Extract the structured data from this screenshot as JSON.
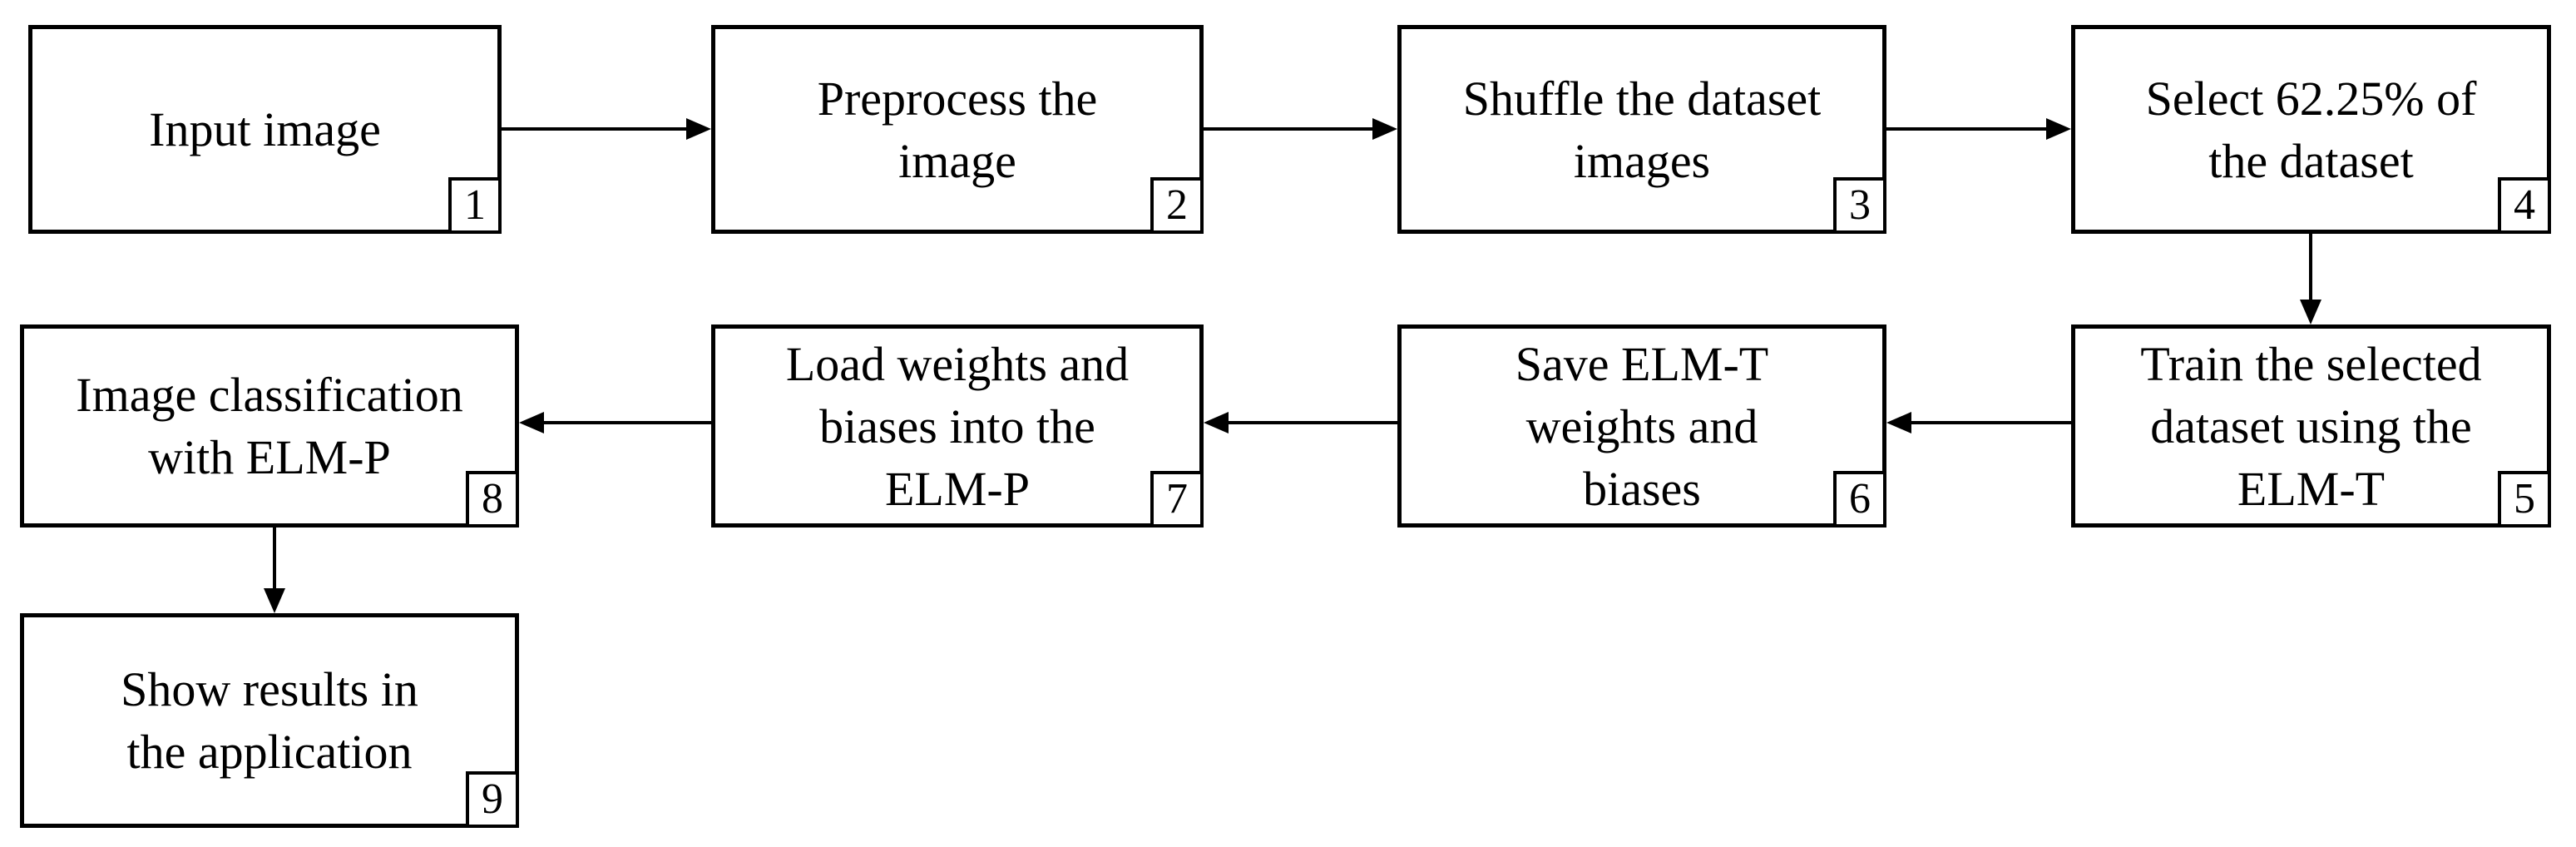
{
  "diagram": {
    "type": "flowchart",
    "background_color": "#ffffff",
    "box_border_color": "#000000",
    "text_color": "#000000",
    "nodes": [
      {
        "number": "1",
        "label": "Input image"
      },
      {
        "number": "2",
        "label": "Preprocess the\nimage"
      },
      {
        "number": "3",
        "label": "Shuffle the dataset\nimages"
      },
      {
        "number": "4",
        "label": "Select 62.25% of\nthe dataset"
      },
      {
        "number": "5",
        "label": "Train the selected\ndataset using the\nELM-T"
      },
      {
        "number": "6",
        "label": "Save ELM-T\nweights and\nbiases"
      },
      {
        "number": "7",
        "label": "Load weights and\nbiases into the\nELM-P"
      },
      {
        "number": "8",
        "label": "Image classification\nwith ELM-P"
      },
      {
        "number": "9",
        "label": "Show results in\nthe application"
      }
    ],
    "edges": [
      {
        "from": "1",
        "to": "2",
        "direction": "right"
      },
      {
        "from": "2",
        "to": "3",
        "direction": "right"
      },
      {
        "from": "3",
        "to": "4",
        "direction": "right"
      },
      {
        "from": "4",
        "to": "5",
        "direction": "down"
      },
      {
        "from": "5",
        "to": "6",
        "direction": "left"
      },
      {
        "from": "6",
        "to": "7",
        "direction": "left"
      },
      {
        "from": "7",
        "to": "8",
        "direction": "left"
      },
      {
        "from": "8",
        "to": "9",
        "direction": "down"
      }
    ]
  }
}
